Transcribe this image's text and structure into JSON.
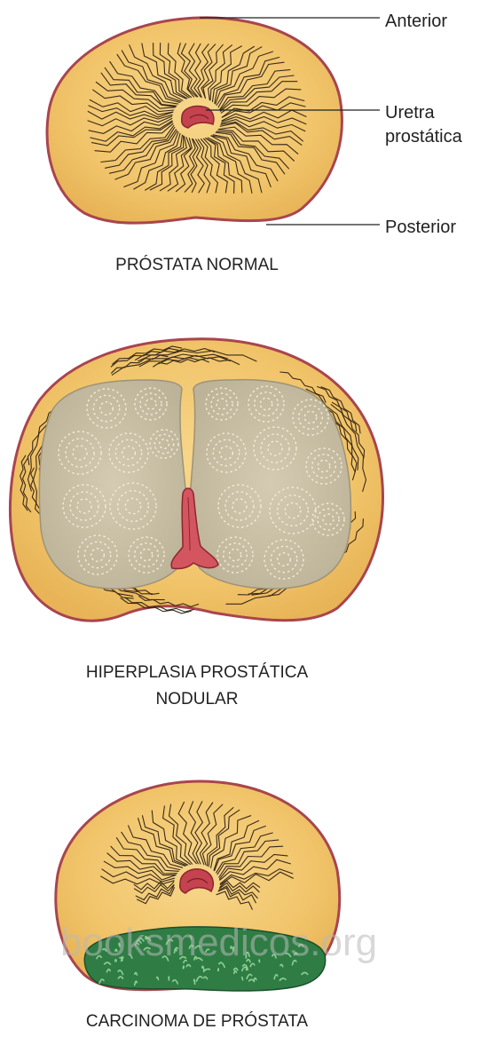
{
  "normal": {
    "labels": {
      "anterior": "Anterior",
      "urethra_line1": "Uretra",
      "urethra_line2": "prostática",
      "posterior": "Posterior"
    },
    "caption": "PRÓSTATA NORMAL"
  },
  "hyperplasia": {
    "caption_line1": "HIPERPLASIA PROSTÁTICA",
    "caption_line2": "NODULAR"
  },
  "carcinoma": {
    "caption": "CARCINOMA DE PRÓSTATA"
  },
  "watermark": "booksmedicos.org",
  "colors": {
    "gland_fill": "#f1c46a",
    "gland_outline": "#a8454f",
    "urethra": "#c4434e",
    "nodules": "#c9c0a6",
    "tumor": "#2f7d45",
    "text": "#222222"
  }
}
